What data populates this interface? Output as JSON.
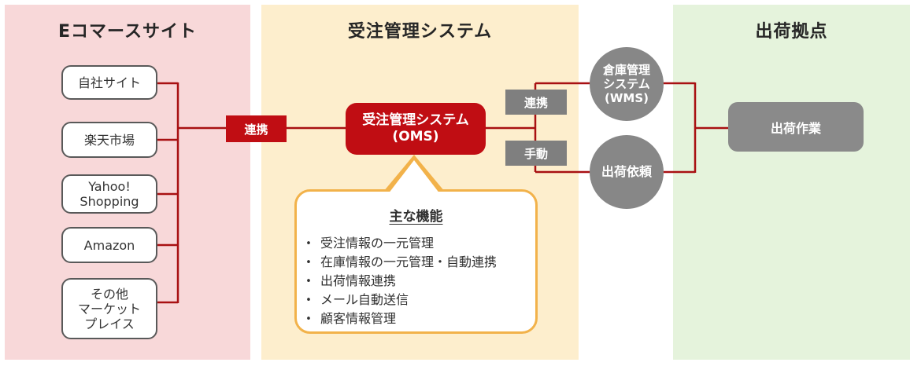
{
  "colors": {
    "panel_pink": "#f8d8d9",
    "panel_cream": "#fdeecd",
    "panel_green": "#e5f3dc",
    "accent_red": "#c00d13",
    "wire_red": "#a81012",
    "node_gray": "#878787",
    "callout_border_orange": "#f2b24a"
  },
  "panels": {
    "ecommerce": {
      "title": "Eコマースサイト"
    },
    "oms": {
      "title": "受注管理システム"
    },
    "shipping": {
      "title": "出荷拠点"
    }
  },
  "channels": [
    {
      "lines": [
        "自社サイト"
      ]
    },
    {
      "lines": [
        "楽天市場"
      ]
    },
    {
      "lines": [
        "Yahoo!",
        "Shopping"
      ]
    },
    {
      "lines": [
        "Amazon"
      ]
    },
    {
      "lines": [
        "その他",
        "マーケット",
        "プレイス"
      ]
    }
  ],
  "connectors": {
    "link_red_label": "連携",
    "link_gray_label": "連携",
    "manual_gray_label": "手動"
  },
  "oms_box": {
    "lines": [
      "受注管理システム",
      "(OMS)"
    ]
  },
  "wms_circle": {
    "lines": [
      "倉庫管理",
      "システム",
      "(WMS)"
    ]
  },
  "shipping_request_circle": {
    "label": "出荷依頼"
  },
  "shipping_work_box": {
    "label": "出荷作業"
  },
  "features": {
    "title": "主な機能",
    "items": [
      "受注情報の一元管理",
      "在庫情報の一元管理・自動連携",
      "出荷情報連携",
      "メール自動送信",
      "顧客情報管理"
    ]
  }
}
